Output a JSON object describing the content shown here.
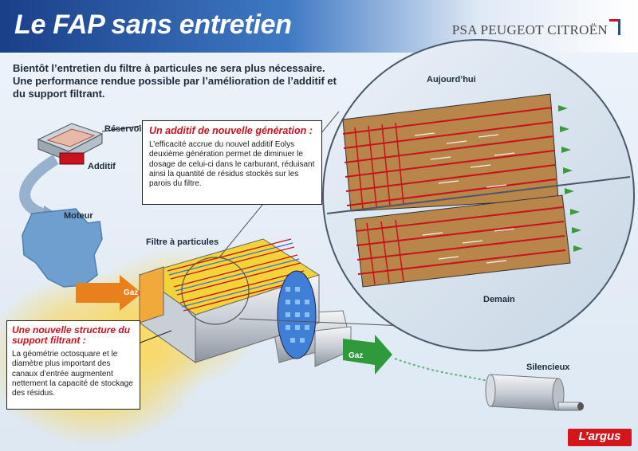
{
  "header": {
    "title": "Le FAP sans entretien",
    "brand": "PSA PEUGEOT CITROËN"
  },
  "intro": "Bientôt l’entretien du filtre à particules ne sera plus nécessaire. Une performance rendue possible par l’amélioration de l’additif et du support filtrant.",
  "labels": {
    "reservoir": "Réservoir",
    "additif": "Additif",
    "moteur": "Moteur",
    "filtre": "Filtre à particules",
    "gaz_in": "Gaz",
    "gaz_out": "Gaz",
    "silencieux": "Silencieux",
    "aujourdhui": "Aujourd’hui",
    "demain": "Demain"
  },
  "callout_additif": {
    "heading": "Un additif de nouvelle génération :",
    "body": "L’efficacité accrue du nouvel additif Eolys deuxième génération permet de diminuer le dosage de celui-ci dans le carburant, réduisant ainsi la quantité de résidus stockés sur les parois du filtre."
  },
  "callout_structure": {
    "heading": "Une nouvelle structure du support filtrant :",
    "body": "La géométrie octosquare et le diamètre plus important des canaux d’entrée augmentent nettement la capacité de stockage des résidus."
  },
  "logo": "L’argus",
  "colors": {
    "header_blue": "#1f4d9a",
    "accent_red": "#c8121c",
    "gas_orange": "#e8801c",
    "gas_green": "#2e9a3c",
    "filter_yellow": "#f2d43a",
    "channel_brown": "#b8854a",
    "engine_blue": "#6f9fcf"
  }
}
